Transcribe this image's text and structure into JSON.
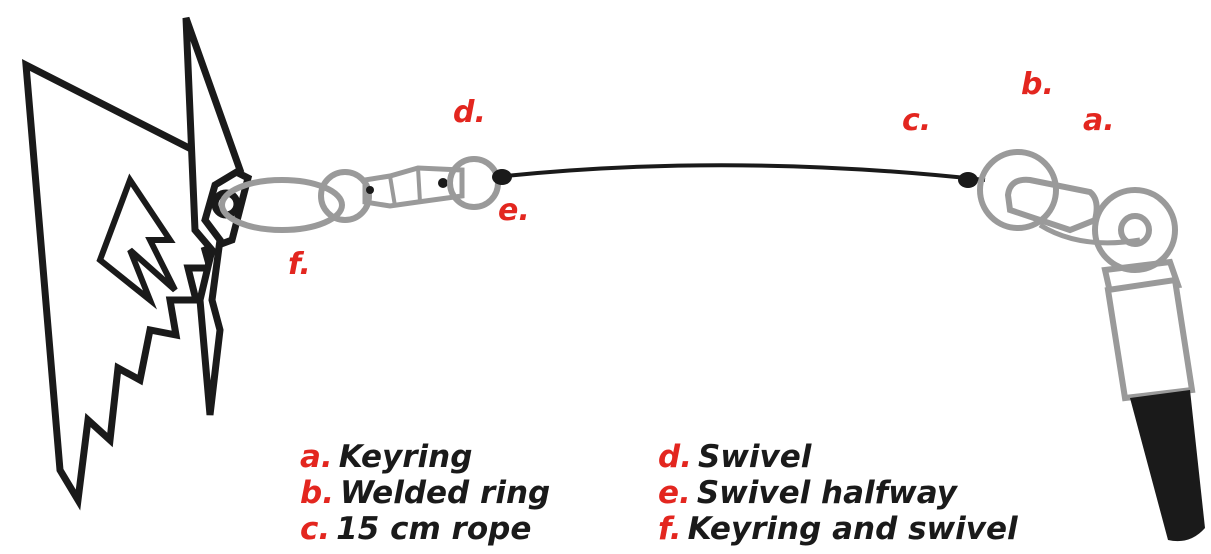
{
  "colors": {
    "accent": "#e3261f",
    "line": "#1a1a1a",
    "hardware": "#9a9a9a",
    "background": "#ffffff"
  },
  "callouts": {
    "a": "a.",
    "b": "b.",
    "c": "c.",
    "d": "d.",
    "e": "e.",
    "f": "f."
  },
  "legend": [
    {
      "key": "a.",
      "text": "Keyring"
    },
    {
      "key": "b.",
      "text": "Welded ring"
    },
    {
      "key": "c.",
      "text": "15 cm rope"
    },
    {
      "key": "d.",
      "text": "Swivel"
    },
    {
      "key": "e.",
      "text": "Swivel halfway"
    },
    {
      "key": "f.",
      "text": "Keyring and swivel"
    }
  ]
}
